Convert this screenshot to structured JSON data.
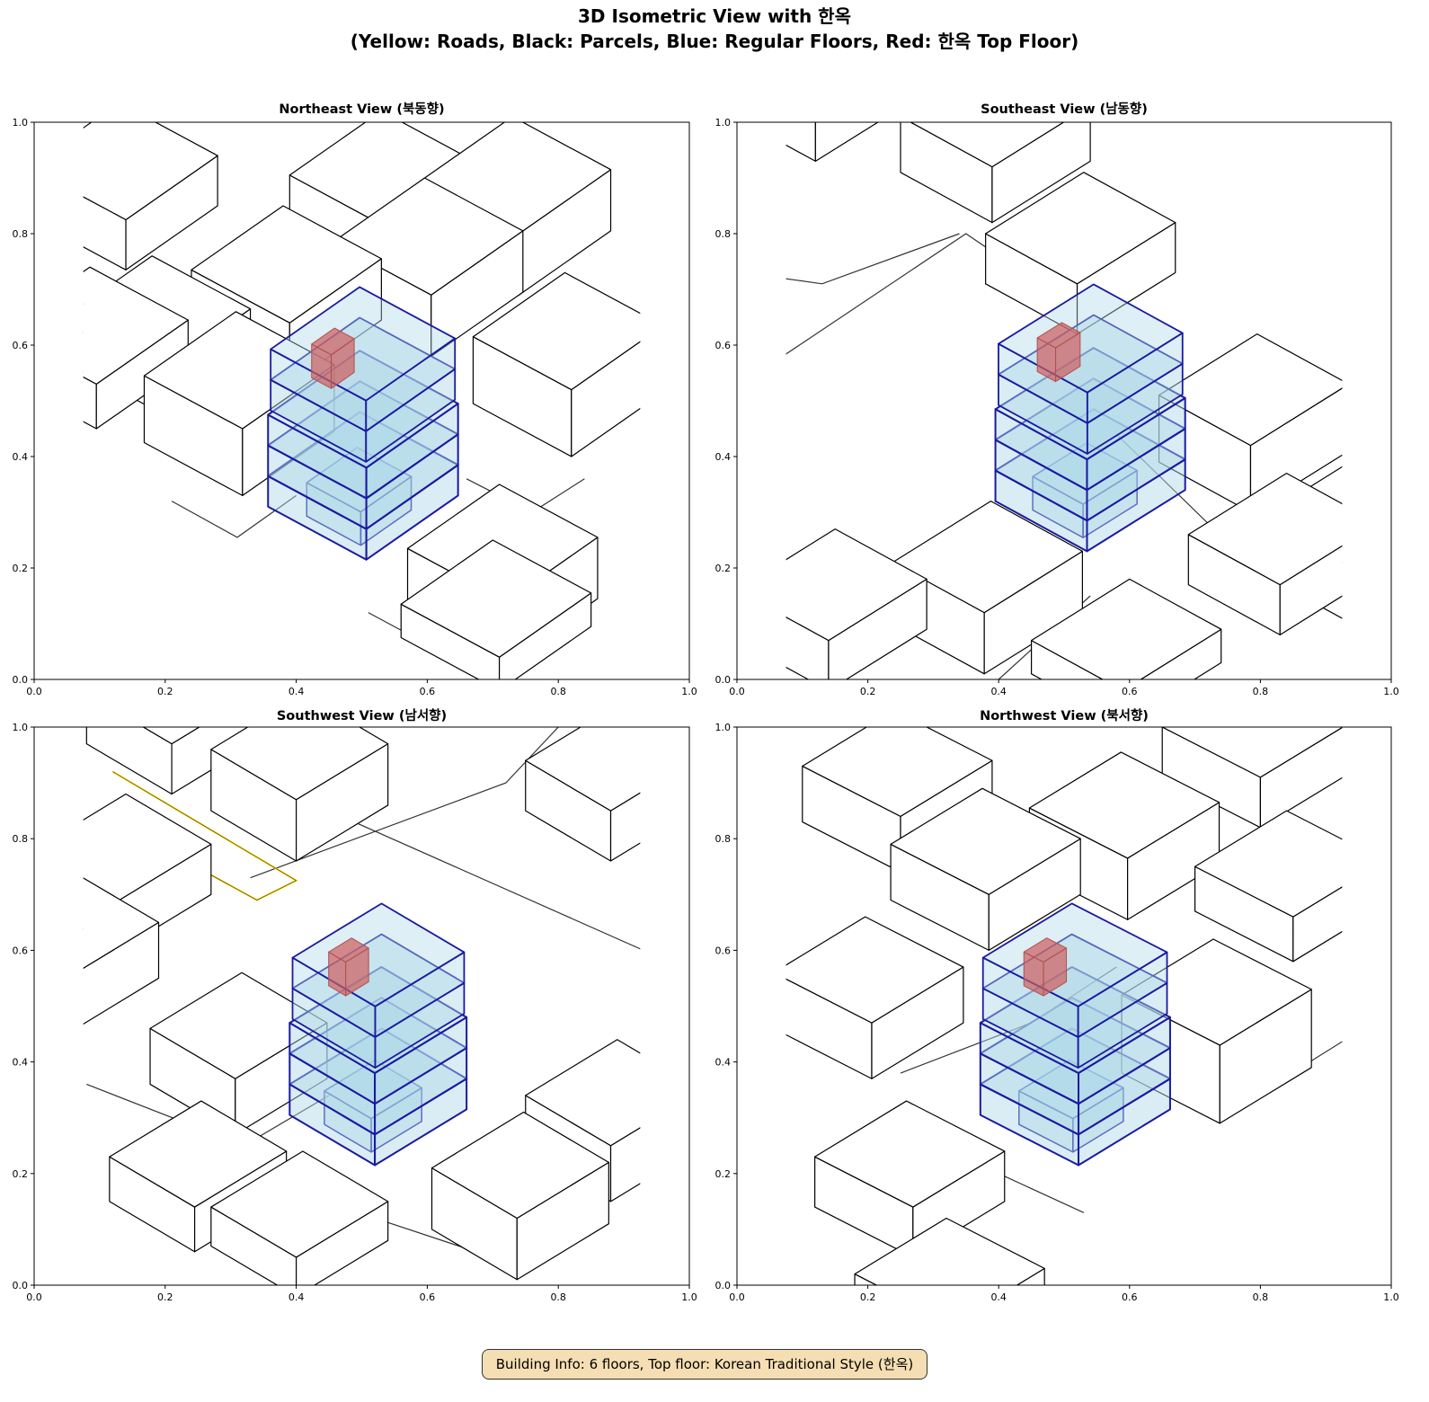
{
  "figure": {
    "title_line1": "3D Isometric View with 한옥",
    "title_line2": "(Yellow: Roads, Black: Parcels, Blue: Regular Floors, Red: 한옥 Top Floor)",
    "info": "Building Info: 6 floors, Top floor: Korean Traditional Style (한옥)"
  },
  "colors": {
    "road": "#ffd700",
    "parcel": "#333333",
    "building": "#000000",
    "floor_fill": "#add8e6",
    "floor_edge": "#1a1aa0",
    "hanok_fill": "#cd5c5c"
  },
  "chart_data": [
    {
      "type": "3d-isometric",
      "title": "Northeast View (북동향)",
      "xlim": [
        0,
        1
      ],
      "ylim": [
        0,
        1
      ],
      "xticks": [
        "0.0",
        "0.2",
        "0.4",
        "0.6",
        "0.8",
        "1.0"
      ],
      "yticks": [
        "0.0",
        "0.2",
        "0.4",
        "0.6",
        "0.8",
        "1.0"
      ],
      "r": [
        0.14,
        0.115
      ],
      "l": [
        -0.15,
        0.095
      ],
      "target": [
        0.507,
        0.215
      ],
      "buildings": [
        [
          0.14,
          0.735,
          0.09
        ],
        [
          0.39,
          0.53,
          0.11
        ],
        [
          0.54,
          0.7,
          0.11
        ],
        [
          0.74,
          0.69,
          0.11
        ],
        [
          0.095,
          0.45,
          0.08
        ],
        [
          0.318,
          0.33,
          0.12
        ],
        [
          0.606,
          0.58,
          0.11
        ],
        [
          0.82,
          0.4,
          0.12
        ],
        [
          0.19,
          0.48,
          0.07
        ],
        [
          0.72,
          0.03,
          0.11
        ],
        [
          0.71,
          -0.02,
          0.06
        ]
      ],
      "parcels": [
        [
          [
            0.21,
            0.32
          ],
          [
            0.31,
            0.255
          ],
          [
            0.4,
            0.33
          ]
        ],
        [
          [
            0.51,
            0.12
          ],
          [
            0.7,
            0.0
          ]
        ],
        [
          [
            0.66,
            0.36
          ],
          [
            0.76,
            0.3
          ],
          [
            0.84,
            0.36
          ]
        ]
      ],
      "roads": []
    },
    {
      "type": "3d-isometric",
      "title": "Southeast View (남동향)",
      "xlim": [
        0,
        1
      ],
      "ylim": [
        0,
        1
      ],
      "xticks": [
        "0.0",
        "0.2",
        "0.4",
        "0.6",
        "0.8",
        "1.0"
      ],
      "yticks": [
        "0.0",
        "0.2",
        "0.4",
        "0.6",
        "0.8",
        "1.0"
      ],
      "r": [
        0.15,
        0.11
      ],
      "l": [
        -0.14,
        0.09
      ],
      "target": [
        0.535,
        0.23
      ],
      "buildings": [
        [
          0.39,
          0.82,
          0.1
        ],
        [
          0.12,
          0.93,
          0.08
        ],
        [
          0.785,
          0.3,
          0.12
        ],
        [
          0.52,
          0.62,
          0.09
        ],
        [
          0.378,
          0.01,
          0.11
        ],
        [
          0.14,
          -0.02,
          0.09
        ],
        [
          0.83,
          0.08,
          0.09
        ],
        [
          0.59,
          -0.08,
          0.06
        ],
        [
          0.94,
          0.1,
          0.1
        ]
      ],
      "parcels": [
        [
          [
            0.07,
            0.58
          ],
          [
            0.35,
            0.8
          ],
          [
            0.45,
            0.72
          ]
        ],
        [
          [
            0.07,
            0.72
          ],
          [
            0.13,
            0.71
          ],
          [
            0.34,
            0.8
          ]
        ],
        [
          [
            0.58,
            0.44
          ],
          [
            0.72,
            0.28
          ],
          [
            0.8,
            0.34
          ]
        ],
        [
          [
            0.4,
            0.0
          ],
          [
            0.54,
            0.15
          ]
        ]
      ],
      "roads": []
    },
    {
      "type": "3d-isometric",
      "title": "Southwest View (남서향)",
      "xlim": [
        0,
        1
      ],
      "ylim": [
        0,
        1
      ],
      "xticks": [
        "0.0",
        "0.2",
        "0.4",
        "0.6",
        "0.8",
        "1.0"
      ],
      "yticks": [
        "0.0",
        "0.2",
        "0.4",
        "0.6",
        "0.8",
        "1.0"
      ],
      "r": [
        0.14,
        0.1
      ],
      "l": [
        -0.13,
        0.09
      ],
      "target": [
        0.52,
        0.215
      ],
      "buildings": [
        [
          0.4,
          0.76,
          0.11
        ],
        [
          0.21,
          0.88,
          0.09
        ],
        [
          0.307,
          0.27,
          0.1
        ],
        [
          0.13,
          0.6,
          0.09
        ],
        [
          0.737,
          0.01,
          0.11
        ],
        [
          0.245,
          0.06,
          0.08
        ],
        [
          0.4,
          -0.02,
          0.07
        ],
        [
          0.88,
          0.15,
          0.1
        ],
        [
          0.05,
          0.45,
          0.1
        ],
        [
          0.88,
          0.76,
          0.09
        ]
      ],
      "parcels": [
        [
          [
            0.33,
            0.73
          ],
          [
            0.72,
            0.9
          ],
          [
            0.8,
            1.0
          ]
        ],
        [
          [
            0.45,
            0.85
          ],
          [
            0.93,
            0.6
          ]
        ],
        [
          [
            0.08,
            0.36
          ],
          [
            0.32,
            0.25
          ],
          [
            0.45,
            0.34
          ]
        ],
        [
          [
            0.52,
            0.12
          ],
          [
            0.7,
            0.05
          ]
        ]
      ],
      "roads": [
        [
          [
            0.12,
            0.92
          ],
          [
            0.4,
            0.725
          ],
          [
            0.34,
            0.69
          ],
          [
            0.2,
            0.78
          ]
        ]
      ]
    },
    {
      "type": "3d-isometric",
      "title": "Northwest View (북서향)",
      "xlim": [
        0,
        1
      ],
      "ylim": [
        0,
        1
      ],
      "xticks": [
        "0.0",
        "0.2",
        "0.4",
        "0.6",
        "0.8",
        "1.0"
      ],
      "yticks": [
        "0.0",
        "0.2",
        "0.4",
        "0.6",
        "0.8",
        "1.0"
      ],
      "r": [
        0.14,
        0.1
      ],
      "l": [
        -0.15,
        0.09
      ],
      "target": [
        0.522,
        0.215
      ],
      "buildings": [
        [
          0.597,
          0.655,
          0.11
        ],
        [
          0.8,
          0.82,
          0.09
        ],
        [
          0.385,
          0.6,
          0.1
        ],
        [
          0.25,
          0.74,
          0.1
        ],
        [
          0.206,
          0.37,
          0.1
        ],
        [
          0.738,
          0.29,
          0.14
        ],
        [
          0.85,
          0.58,
          0.08
        ],
        [
          0.269,
          0.05,
          0.09
        ],
        [
          0.33,
          -0.12,
          0.05
        ]
      ],
      "parcels": [
        [
          [
            0.25,
            0.38
          ],
          [
            0.45,
            0.47
          ],
          [
            0.58,
            0.57
          ]
        ],
        [
          [
            0.62,
            0.43
          ],
          [
            0.78,
            0.33
          ],
          [
            0.93,
            0.44
          ]
        ],
        [
          [
            0.4,
            0.2
          ],
          [
            0.53,
            0.13
          ]
        ]
      ],
      "roads": []
    }
  ]
}
